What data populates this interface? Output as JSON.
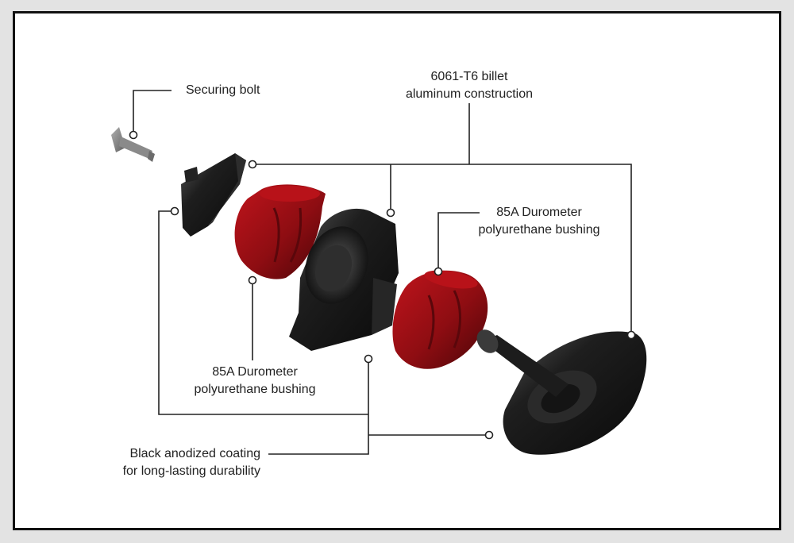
{
  "labels": {
    "securing_bolt": "Securing bolt",
    "aluminum_line1": "6061-T6 billet",
    "aluminum_line2": "aluminum construction",
    "bushing_right_line1": "85A Durometer",
    "bushing_right_line2": "polyurethane bushing",
    "bushing_left_line1": "85A Durometer",
    "bushing_left_line2": "polyurethane bushing",
    "coating_line1": "Black anodized coating",
    "coating_line2": "for long-lasting durability"
  },
  "colors": {
    "bushing_red": "#8e0d12",
    "part_black": "#1a1a1a",
    "bolt_gray": "#8a8a8a",
    "leader_line": "#222222",
    "frame_border": "#111111"
  },
  "parts": [
    {
      "name": "securing-bolt",
      "icon": "bolt-icon"
    },
    {
      "name": "top-washer-plate",
      "icon": "washer-icon"
    },
    {
      "name": "upper-bushing",
      "icon": "bushing-icon"
    },
    {
      "name": "hanger-cup",
      "icon": "cup-icon"
    },
    {
      "name": "lower-bushing",
      "icon": "bushing-icon"
    },
    {
      "name": "baseplate-with-pivot",
      "icon": "baseplate-icon"
    }
  ]
}
